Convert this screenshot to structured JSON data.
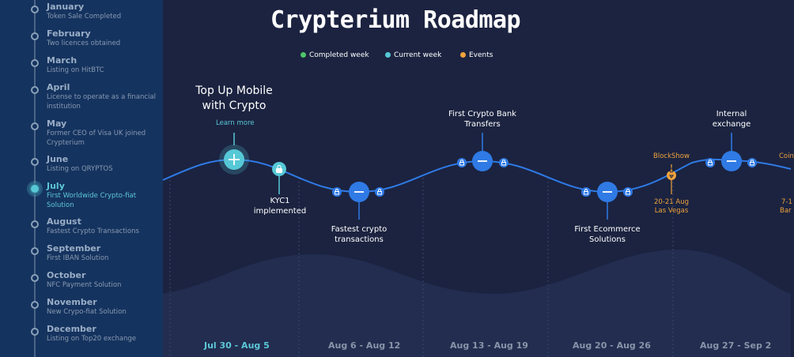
{
  "sidebar": {
    "months": [
      {
        "name": "January",
        "desc": "Token Sale Completed"
      },
      {
        "name": "February",
        "desc": "Two licences obtained"
      },
      {
        "name": "March",
        "desc": "Listing on HitBTC"
      },
      {
        "name": "April",
        "desc": "License to operate as a financial institution"
      },
      {
        "name": "May",
        "desc": "Former CEO of Visa UK joined Crypterium"
      },
      {
        "name": "June",
        "desc": "Listing on QRYPTOS"
      },
      {
        "name": "July",
        "desc": "First Worldwide Crypto-fiat Solution",
        "current": true
      },
      {
        "name": "August",
        "desc": "Fastest Crypto Transactions"
      },
      {
        "name": "September",
        "desc": "First IBAN Solution"
      },
      {
        "name": "October",
        "desc": "NFC Payment Solution"
      },
      {
        "name": "November",
        "desc": "New Crypo-fiat Solution"
      },
      {
        "name": "December",
        "desc": "Listing on Top20 exchange"
      }
    ]
  },
  "header": {
    "title": "Crypterium Roadmap"
  },
  "legend": [
    {
      "label": "Completed week",
      "color": "#4cc56a"
    },
    {
      "label": "Current week",
      "color": "#56c8d6"
    },
    {
      "label": "Events",
      "color": "#f0a23c"
    }
  ],
  "milestones": {
    "top_up": {
      "title": "Top Up Mobile with Crypto",
      "link": "Learn more"
    },
    "kyc": {
      "title": "KYC1 implemented"
    },
    "fastest": {
      "title": "Fastest crypto transactions"
    },
    "bank": {
      "title": "First Crypto Bank Transfers"
    },
    "ecommerce": {
      "title": "First Ecommerce Solutions"
    },
    "internal": {
      "title": "Internal exchange"
    }
  },
  "events": [
    {
      "name": "BlockShow",
      "date": "20-21 Aug",
      "place": "Las Vegas"
    },
    {
      "name": "Coin",
      "date": "7-1",
      "place": "Bar"
    }
  ],
  "weeks": [
    {
      "label": "Jul 30 - Aug 5",
      "current": true
    },
    {
      "label": "Aug 6 - Aug 12"
    },
    {
      "label": "Aug 13 - Aug 19"
    },
    {
      "label": "Aug 20 - Aug 26"
    },
    {
      "label": "Aug 27 - Sep 2"
    }
  ],
  "colors": {
    "accent": "#2f7ae5",
    "current": "#56c8d6",
    "event": "#f0a23c",
    "sidebar": "#15335f"
  }
}
